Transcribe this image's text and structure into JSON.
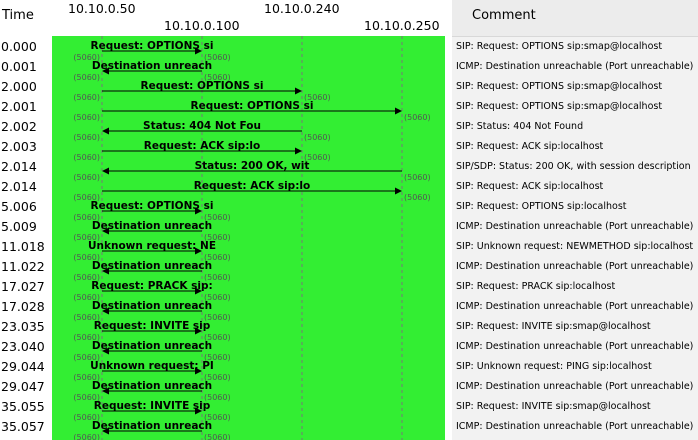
{
  "header": {
    "time_label": "Time",
    "comment_label": "Comment"
  },
  "hosts": [
    "10.10.0.50",
    "10.10.0.100",
    "10.10.0.240",
    "10.10.0.250"
  ],
  "port": "(5060)",
  "colors": {
    "flow_background": "#33ee33",
    "comment_background": "#f2f2f2"
  },
  "rows": [
    {
      "time": "0.000",
      "from": 0,
      "to": 1,
      "label": "Request: OPTIONS si",
      "comment": "SIP: Request: OPTIONS sip:smap@localhost"
    },
    {
      "time": "0.001",
      "from": 1,
      "to": 0,
      "label": "Destination unreach",
      "comment": "ICMP: Destination unreachable (Port unreachable)"
    },
    {
      "time": "2.000",
      "from": 0,
      "to": 2,
      "label": "Request: OPTIONS si",
      "comment": "SIP: Request: OPTIONS sip:smap@localhost"
    },
    {
      "time": "2.001",
      "from": 0,
      "to": 3,
      "label": "Request: OPTIONS si",
      "comment": "SIP: Request: OPTIONS sip:smap@localhost"
    },
    {
      "time": "2.002",
      "from": 2,
      "to": 0,
      "label": "Status: 404 Not Fou",
      "comment": "SIP: Status: 404 Not Found"
    },
    {
      "time": "2.003",
      "from": 0,
      "to": 2,
      "label": "Request: ACK sip:lo",
      "comment": "SIP: Request: ACK sip:localhost"
    },
    {
      "time": "2.014",
      "from": 3,
      "to": 0,
      "label": "Status: 200 OK, wit",
      "comment": "SIP/SDP: Status: 200 OK, with session description"
    },
    {
      "time": "2.014",
      "from": 0,
      "to": 3,
      "label": "Request: ACK sip:lo",
      "comment": "SIP: Request: ACK sip:localhost"
    },
    {
      "time": "5.006",
      "from": 0,
      "to": 1,
      "label": "Request: OPTIONS si",
      "comment": "SIP: Request: OPTIONS sip:localhost"
    },
    {
      "time": "5.009",
      "from": 1,
      "to": 0,
      "label": "Destination unreach",
      "comment": "ICMP: Destination unreachable (Port unreachable)"
    },
    {
      "time": "11.018",
      "from": 0,
      "to": 1,
      "label": "Unknown request: NE",
      "comment": "SIP: Unknown request: NEWMETHOD sip:localhost"
    },
    {
      "time": "11.022",
      "from": 1,
      "to": 0,
      "label": "Destination unreach",
      "comment": "ICMP: Destination unreachable (Port unreachable)"
    },
    {
      "time": "17.027",
      "from": 0,
      "to": 1,
      "label": "Request: PRACK sip:",
      "comment": "SIP: Request: PRACK sip:localhost"
    },
    {
      "time": "17.028",
      "from": 1,
      "to": 0,
      "label": "Destination unreach",
      "comment": "ICMP: Destination unreachable (Port unreachable)"
    },
    {
      "time": "23.035",
      "from": 0,
      "to": 1,
      "label": "Request: INVITE sip",
      "comment": "SIP: Request: INVITE sip:smap@localhost"
    },
    {
      "time": "23.040",
      "from": 1,
      "to": 0,
      "label": "Destination unreach",
      "comment": "ICMP: Destination unreachable (Port unreachable)"
    },
    {
      "time": "29.044",
      "from": 0,
      "to": 1,
      "label": "Unknown request: PI",
      "comment": "SIP: Unknown request: PING sip:localhost"
    },
    {
      "time": "29.047",
      "from": 1,
      "to": 0,
      "label": "Destination unreach",
      "comment": "ICMP: Destination unreachable (Port unreachable)"
    },
    {
      "time": "35.055",
      "from": 0,
      "to": 1,
      "label": "Request: INVITE sip",
      "comment": "SIP: Request: INVITE sip:smap@localhost"
    },
    {
      "time": "35.057",
      "from": 1,
      "to": 0,
      "label": "Destination unreach",
      "comment": "ICMP: Destination unreachable (Port unreachable)"
    }
  ]
}
